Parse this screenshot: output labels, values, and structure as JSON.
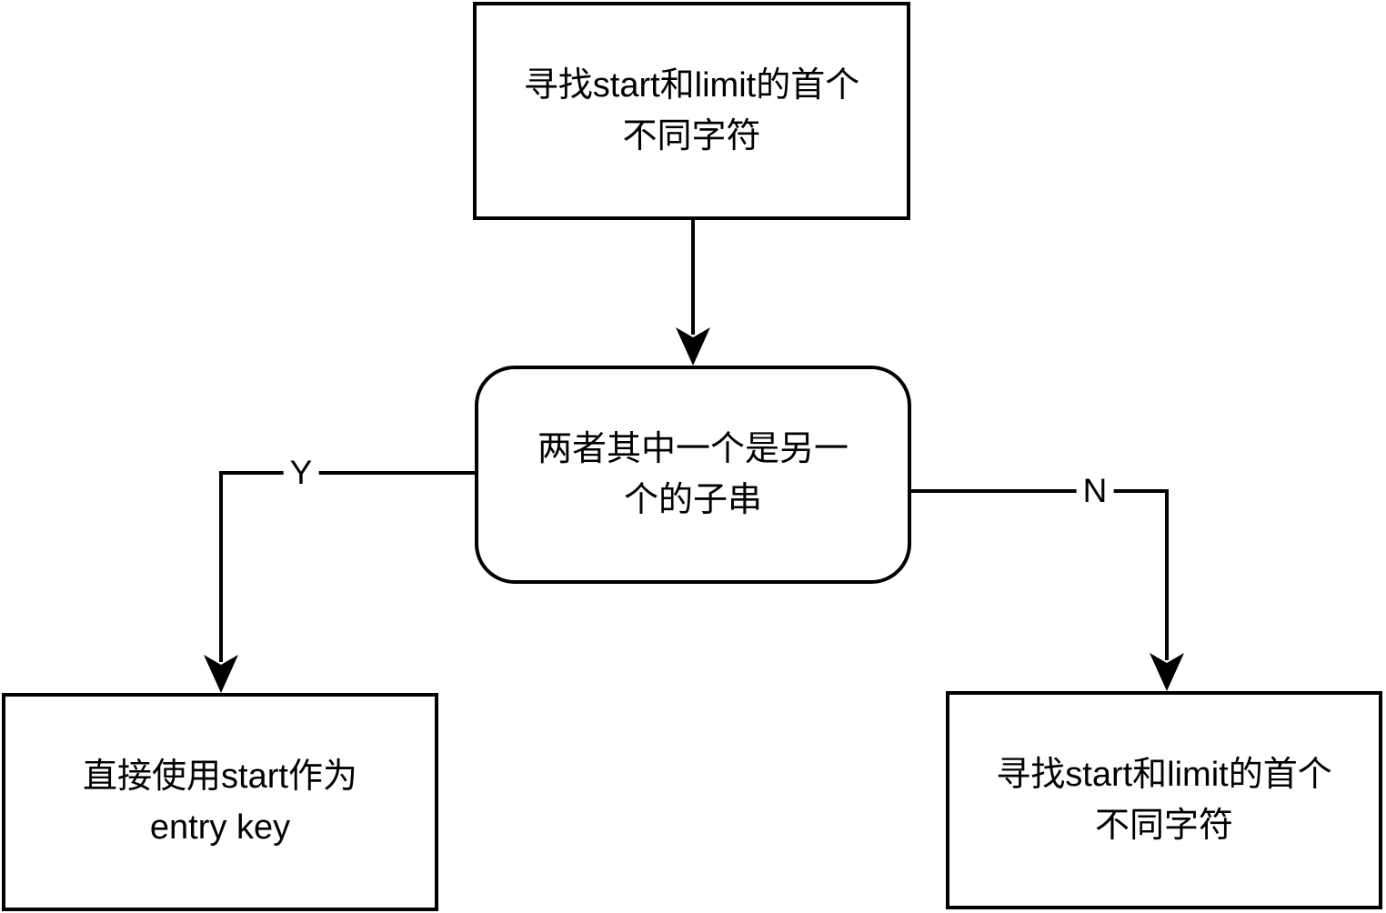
{
  "diagram": {
    "background_color": "#ffffff",
    "stroke_color": "#000000",
    "nodes": {
      "find_first_diff_top": {
        "shape": "rectangle",
        "lines": [
          "寻找start和limit的首个",
          "不同字符"
        ]
      },
      "substring_decision": {
        "shape": "rounded-rectangle",
        "lines": [
          "两者其中一个是另一",
          "个的子串"
        ]
      },
      "use_start_as_key": {
        "shape": "rectangle",
        "lines": [
          "直接使用start作为",
          "entry key"
        ]
      },
      "find_first_diff_bottom": {
        "shape": "rectangle",
        "lines": [
          "寻找start和limit的首个",
          "不同字符"
        ]
      }
    },
    "edge_labels": {
      "yes": "Y",
      "no": "N"
    }
  }
}
